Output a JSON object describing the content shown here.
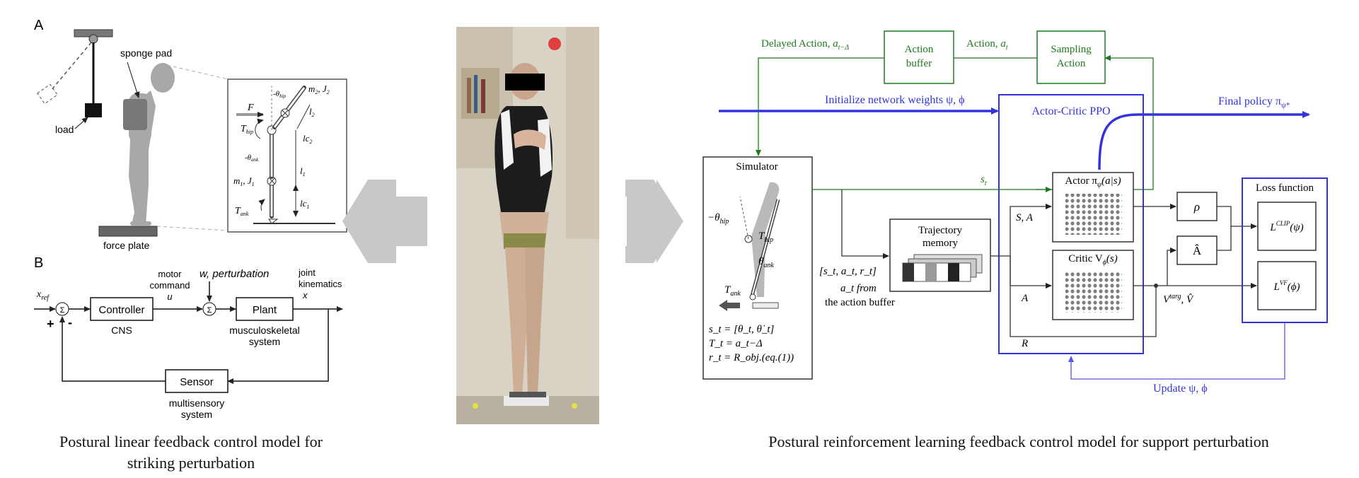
{
  "panel_a": {
    "letter": "A",
    "sponge_label": "sponge pad",
    "load_label": "load",
    "plate_label": "force plate",
    "inset": {
      "f": "F",
      "thip": "T",
      "thip_sub": "hip",
      "neg_thip": "-θ",
      "neg_thip_sub": "hip",
      "m2": "m",
      "m2_sub": "2",
      "j2": ", J",
      "j2_sub": "2",
      "l2": "l",
      "l2_sub": "2",
      "lc2": "lc",
      "lc2_sub": "2",
      "neg_tank": "-θ",
      "neg_tank_sub": "ank",
      "m1": "m",
      "m1_sub": "1",
      "j1": ", J",
      "j1_sub": "1",
      "l1": "l",
      "l1_sub": "1",
      "lc1": "lc",
      "lc1_sub": "1",
      "tank": "T",
      "tank_sub": "ank"
    }
  },
  "panel_b": {
    "letter": "B",
    "xref": "x",
    "xref_sub": "ref",
    "plus": "+",
    "minus": "-",
    "sigma": "Σ",
    "controller": "Controller",
    "cns": "CNS",
    "motor1": "motor",
    "motor2": "command",
    "motor3": "u",
    "perturb": "w, perturbation",
    "plant": "Plant",
    "plant_sub1": "musculoskeletal",
    "plant_sub2": "system",
    "joint1": "joint",
    "joint2": "kinematics",
    "joint3": "x",
    "sensor": "Sensor",
    "sensor_sub1": "multisensory",
    "sensor_sub2": "system"
  },
  "captions": {
    "left_line1": "Postural linear feedback control model for",
    "left_line2": "striking perturbation",
    "right": "Postural reinforcement learning feedback control model for support perturbation"
  },
  "rl": {
    "delayed_action": "Delayed Action, ",
    "delayed_sym": "a",
    "delayed_sub": "t−Δ",
    "action_buffer_1": "Action",
    "action_buffer_2": "buffer",
    "action_at": "Action, ",
    "action_sym": "a",
    "action_sub": "t",
    "sampling_1": "Sampling",
    "sampling_2": "Action",
    "init_weights": "Initialize network weights ψ, ϕ",
    "ppo": "Actor-Critic PPO",
    "final_policy": "Final policy π",
    "final_sub": "ψ*",
    "simulator": "Simulator",
    "st": "s",
    "st_sub": "t",
    "neg_thip": "−θ",
    "neg_thip_sub": "hip",
    "thip": "T",
    "thip_sub": "hip",
    "theta_ank": "θ",
    "theta_ank_sub": "ank",
    "tank": "T",
    "tank_sub": "ank",
    "eq1": "s_t = [θ_t, θ̇_t]",
    "eq2": "T_t = a_t−Δ",
    "eq3": "r_t = R_obj.(eq.(1))",
    "traj_1": "Trajectory",
    "traj_2": "memory",
    "tuple": "[s_t, a_t, r_t]",
    "from_1": "a_t from",
    "from_2": "the action buffer",
    "sa": "S, A",
    "a": "A",
    "r": "R",
    "actor": "Actor π",
    "actor_sub": "ψ",
    "actor_arg": "(a|s)",
    "critic": "Critic V",
    "critic_sub": "ϕ",
    "critic_arg": "(s)",
    "rho": "ρ",
    "ahat": "Â",
    "vtarg": "V",
    "vtarg_sup": "targ",
    "vhat": ", V̂",
    "loss": "Loss function",
    "lclip": "L",
    "lclip_sup": "CLIP",
    "lclip_arg": "(ψ)",
    "lvf": "L",
    "lvf_sup": "VF",
    "lvf_arg": "(ϕ)",
    "update": "Update ψ, ϕ"
  },
  "colors": {
    "green": "#1f7a1f",
    "blue": "#3333dd",
    "gray_arrow": "#c8c8c8",
    "figure_gray": "#a8a8a8"
  }
}
